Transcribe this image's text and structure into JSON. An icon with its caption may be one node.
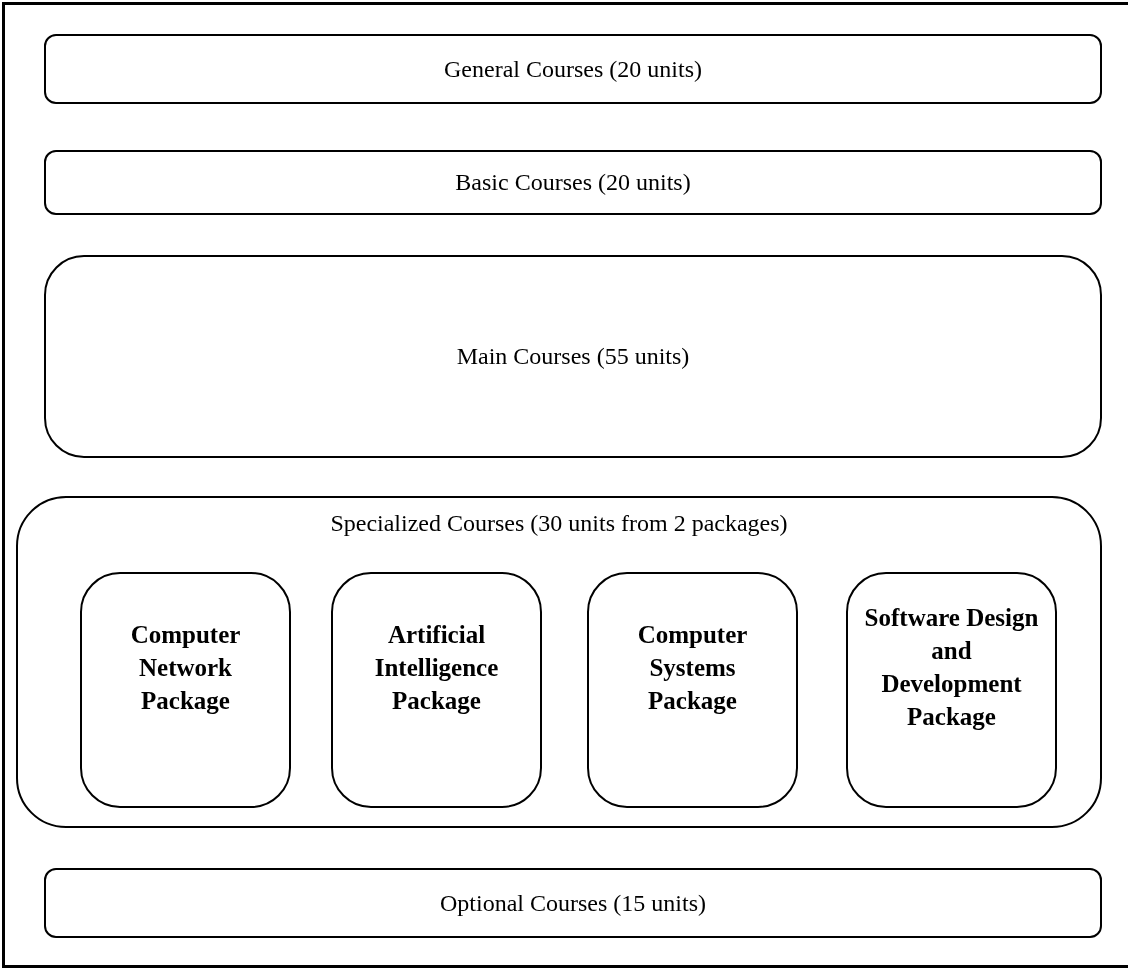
{
  "diagram": {
    "nodes": [
      {
        "text": [
          "General Courses (20 units)"
        ]
      },
      {
        "text": [
          "Basic Courses (20 units)"
        ]
      },
      {
        "text": [
          "Main Courses (55 units)"
        ]
      },
      {
        "text": [
          "Specialized Courses (30 units from 2 packages)"
        ]
      },
      {
        "text": [
          "Computer Network Package"
        ],
        "in": 3
      },
      {
        "text": [
          "Artificial Intelligence Package"
        ],
        "in": 3
      },
      {
        "text": [
          "Computer Systems Package"
        ],
        "in": 3
      },
      {
        "text": [
          "Software Design and Development Package"
        ],
        "in": 3
      },
      {
        "text": [
          "Optional Courses (15 units)"
        ]
      }
    ]
  }
}
